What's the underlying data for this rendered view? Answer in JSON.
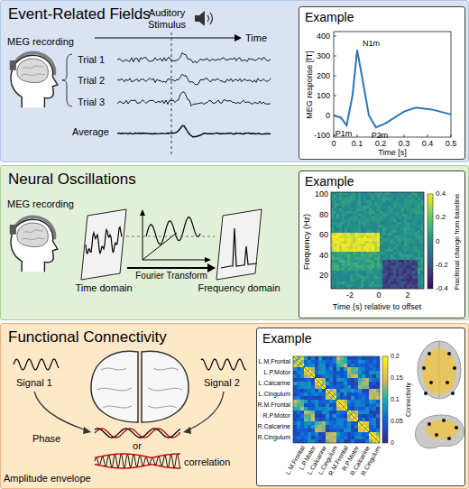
{
  "diagram": {
    "nodes": [
      {
        "text": [
          "Event-Related Fields"
        ]
      },
      {
        "text": [
          "Example"
        ],
        "in": 0
      },
      {
        "text": [
          "Neural Oscillations"
        ]
      },
      {
        "text": [
          "Time domain"
        ],
        "in": 2
      },
      {
        "text": [
          "Frequency domain"
        ],
        "in": 2
      },
      {
        "text": [
          "Example"
        ],
        "in": 2
      },
      {
        "text": [
          "Functional Connectivity"
        ]
      },
      {
        "text": [
          "Example"
        ],
        "in": 6
      }
    ],
    "edges": [
      {
        "from": 3,
        "to": 4,
        "label": "Fourier Transform",
        "arrow": "to"
      }
    ],
    "labels": [
      "MEG recording",
      "Auditory Stimulus",
      "Time",
      "Trial 1",
      "Trial 2",
      "Trial 3",
      "Average",
      "MEG response [fT]",
      "400",
      "300",
      "200",
      "100",
      "0",
      "-100",
      "0",
      "0.1",
      "0.2",
      "0.3",
      "0.4",
      "0.5",
      "Time [s]",
      "N1m",
      "P1m",
      "P2m",
      "MEG recording",
      "Frequency (Hz)",
      "100",
      "80",
      "60",
      "40",
      "20",
      "-2",
      "0",
      "2",
      "Time (s) relative to offset",
      "0.4",
      "0.2",
      "0",
      "-0.2",
      "-0.4",
      "Fractional change from baseline",
      "Signal 1",
      "Signal 2",
      "Phase",
      "or",
      "Amplitude envelope",
      "correlation",
      "L.M.Frontal",
      "L.P.Motor",
      "L.Calcarine",
      "L.Cingulum",
      "R.M.Frontal",
      "R.P.Motor",
      "R.Calcarine",
      "R.Cingulum",
      "L.M.Frontal",
      "L.P.Motor",
      "L.Calcarine",
      "L.Cingulum",
      "R.M.Frontal",
      "R.P.Motor",
      "R.Calcarine",
      "R.Cingulum",
      "0.2",
      "0.15",
      "0.1",
      "0.05",
      "0",
      "Connectivity"
    ]
  }
}
